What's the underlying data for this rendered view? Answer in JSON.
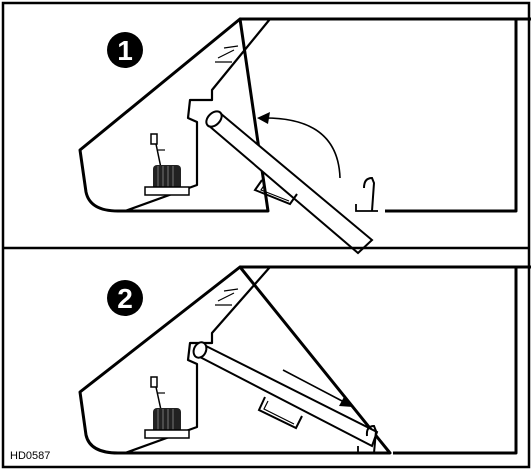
{
  "figure": {
    "steps": [
      {
        "number": "1"
      },
      {
        "number": "2"
      }
    ],
    "code": "HD0587",
    "colors": {
      "line": "#000000",
      "background": "#ffffff",
      "badge_fill": "#000000",
      "badge_text": "#ffffff"
    }
  }
}
